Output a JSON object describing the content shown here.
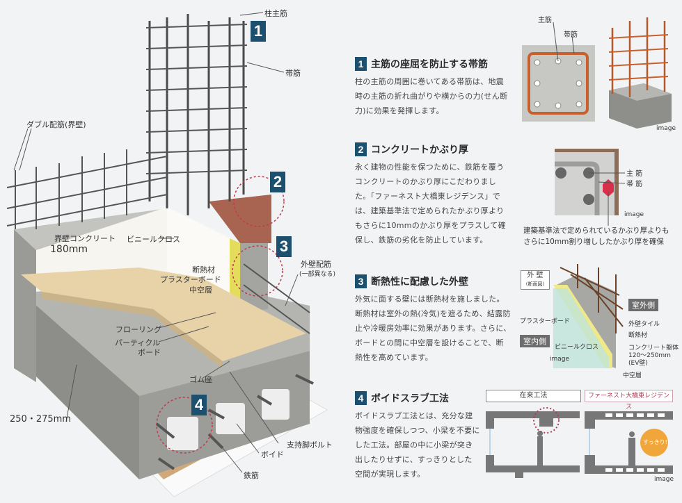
{
  "main_illustration": {
    "labels": {
      "column_main_rebar": "柱主筋",
      "hoop": "帯筋",
      "double_rebar": "ダブル配筋(界壁)",
      "partition_concrete": "界壁コンクリート",
      "partition_thickness": "180mm",
      "vinyl_cloth": "ビニールクロス",
      "insulation": "断熱材",
      "plasterboard": "プラスターボード",
      "air_layer": "中空層",
      "exterior_rebar": "外壁配筋",
      "exterior_rebar_note": "(一部異なる)",
      "flooring": "フローリング",
      "particle_board_1": "パーティクル",
      "particle_board_2": "ボード",
      "rubber_seat": "ゴム座",
      "slab_thickness": "250・275mm",
      "support_bolt": "支持脚ボルト",
      "void": "ボイド",
      "rebar": "鉄筋"
    },
    "badges": [
      "1",
      "2",
      "3",
      "4"
    ]
  },
  "sections": [
    {
      "num": "1",
      "title": "主筋の座屈を防止する帯筋",
      "body": "柱の主筋の周囲に巻いてある帯筋は、地震時の主筋の折れ曲がりや横からの力(せん断力)に効果を発揮します。"
    },
    {
      "num": "2",
      "title": "コンクリートかぶり厚",
      "body": "永く建物の性能を保つために、鉄筋を覆うコンクリートのかぶり厚にこだわりました。「ファーネスト大橋東レジデンス」では、建築基準法で定められたかぶり厚よりもさらに10mmのかぶり厚をプラスして確保し、鉄筋の劣化を防止しています。"
    },
    {
      "num": "3",
      "title": "断熱性に配慮した外壁",
      "body": "外気に面する壁には断熱材を施しました。断熱材は室外の熱(冷気)を遮るため、結露防止や冷暖房効率に効果があります。さらに、ボードとの間に中空層を設けることで、断熱性を高めています。"
    },
    {
      "num": "4",
      "title": "ボイドスラブ工法",
      "body": "ボイドスラブ工法とは、充分な建物強度を確保しつつ、小梁を不要にした工法。部屋の中に小梁が突き出したりせずに、すっきりとした空間が実現します。"
    }
  ],
  "figure1": {
    "main": "主筋",
    "hoop": "帯筋",
    "image": "image"
  },
  "figure2": {
    "main": "主 筋",
    "hoop": "帯 筋",
    "image": "image",
    "caption_1": "建築基準法で定められているかぶり厚よりも",
    "caption_2": "さらに10mm割り増ししたかぶり厚を確保"
  },
  "figure3": {
    "title": "外 壁",
    "subtitle": "(断面図)",
    "outdoor": "室外側",
    "indoor": "室内側",
    "plasterboard": "プラスターボード",
    "tile": "外壁タイル",
    "insulation": "断熱材",
    "concrete": "コンクリート躯体",
    "concrete_size": "120〜250mm",
    "concrete_note": "(EV壁)",
    "vinyl": "ビニールクロス",
    "air": "中空層",
    "image": "image"
  },
  "figure4": {
    "conventional": "在来工法",
    "ours": "ファーネスト大橋東レジデンス",
    "bubble": "すっきり!!",
    "image": "image"
  },
  "colors": {
    "badge": "#1d4f6e",
    "concrete": "#a9aaa6",
    "insulation": "#e8e27a",
    "accent_red": "#c0394b",
    "orange": "#f0a63a"
  }
}
